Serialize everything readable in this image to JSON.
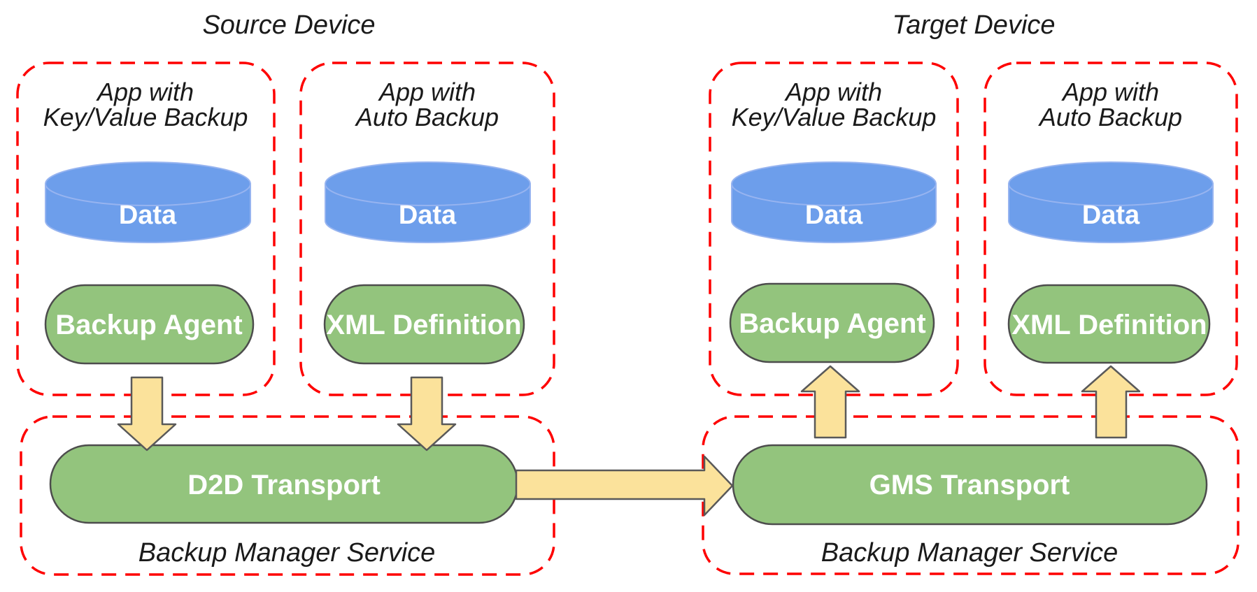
{
  "source_device": {
    "title": "Source Device",
    "apps": [
      {
        "name_line1": "App with",
        "name_line2": "Key/Value Backup",
        "storage": "Data",
        "component": "Backup Agent"
      },
      {
        "name_line1": "App with",
        "name_line2": "Auto Backup",
        "storage": "Data",
        "component": "XML Definition"
      }
    ],
    "service": {
      "transport": "D2D Transport",
      "name": "Backup Manager Service"
    }
  },
  "target_device": {
    "title": "Target Device",
    "apps": [
      {
        "name_line1": "App with",
        "name_line2": "Key/Value Backup",
        "storage": "Data",
        "component": "Backup Agent"
      },
      {
        "name_line1": "App with",
        "name_line2": "Auto Backup",
        "storage": "Data",
        "component": "XML Definition"
      }
    ],
    "service": {
      "transport": "GMS Transport",
      "name": "Backup Manager Service"
    }
  },
  "colors": {
    "app_boundary": "#fe0000",
    "storage_fill": "#6d9eeb",
    "storage_stroke": "#97b4f0",
    "component_fill": "#93c47d",
    "component_stroke": "#4d4d4d",
    "arrow_fill": "#fbe29b",
    "arrow_stroke": "#595959"
  }
}
